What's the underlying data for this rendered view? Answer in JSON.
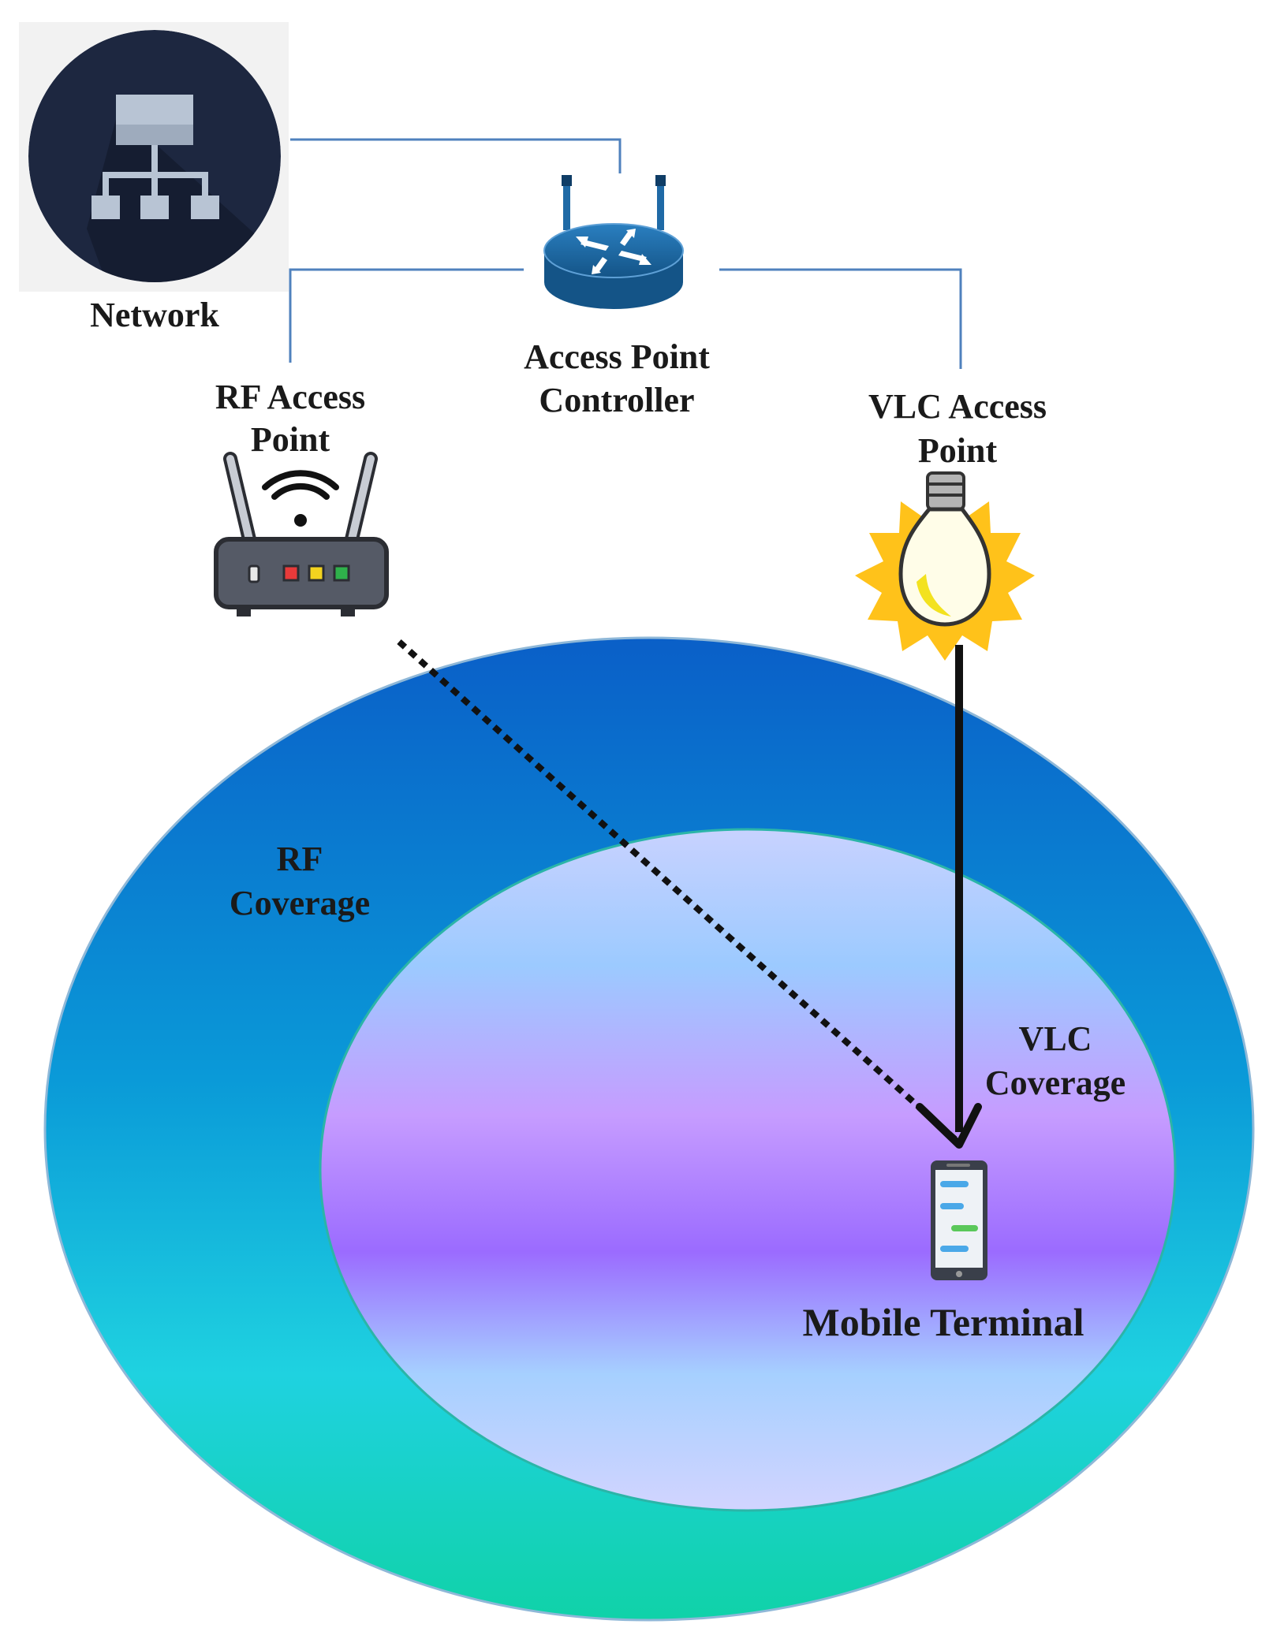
{
  "labels": {
    "network": "Network",
    "ap_controller_line1": "Access Point",
    "ap_controller_line2": "Controller",
    "rf_ap_line1": "RF Access",
    "rf_ap_line2": "Point",
    "vlc_ap_line1": "VLC Access",
    "vlc_ap_line2": "Point",
    "rf_coverage_line1": "RF",
    "rf_coverage_line2": "Coverage",
    "vlc_coverage_line1": "VLC",
    "vlc_coverage_line2": "Coverage",
    "mobile_terminal": "Mobile Terminal"
  },
  "icons": {
    "network": "network-hierarchy-icon",
    "controller": "router-icon",
    "rf_access_point": "wifi-router-icon",
    "vlc_access_point": "light-bulb-icon",
    "mobile_terminal": "smartphone-icon"
  },
  "links": {
    "rf_link_style": "dotted",
    "vlc_link_style": "solid"
  },
  "colors": {
    "wire": "#4f81bd",
    "rf_outer_top": "#0a5fc8",
    "rf_outer_bottom": "#14d0b0",
    "vlc_inner_top": "#c9d4ff",
    "vlc_inner_mid": "#9b6bff",
    "vlc_inner_bottom": "#b8d6ff",
    "network_badge": "#1d2740",
    "router_body": "#1f6aa6",
    "bulb_glow": "#ffc21a"
  }
}
